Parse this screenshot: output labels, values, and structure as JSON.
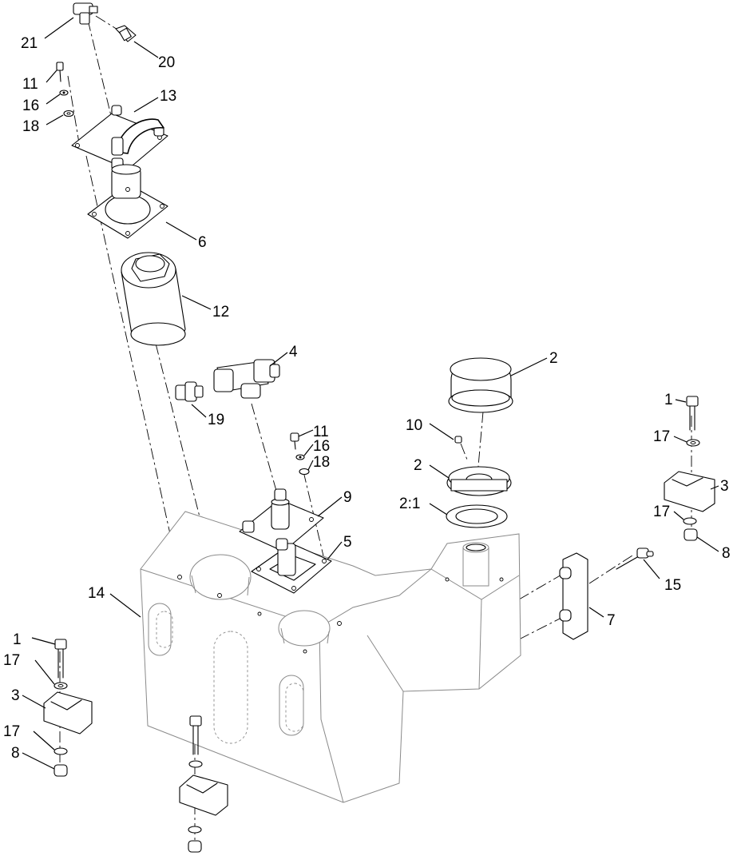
{
  "diagram": {
    "callouts": {
      "c21": "21",
      "c20": "20",
      "c11a": "11",
      "c16a": "16",
      "c18a": "18",
      "c13": "13",
      "c6": "6",
      "c12": "12",
      "c4": "4",
      "c19": "19",
      "c2a": "2",
      "c10": "10",
      "c2b": "2",
      "c2_1": "2:1",
      "c11b": "11",
      "c16b": "16",
      "c18b": "18",
      "c9": "9",
      "c5": "5",
      "c14": "14",
      "c1a": "1",
      "c17a": "17",
      "c3a": "3",
      "c17b": "17",
      "c8a": "8",
      "c1b": "1",
      "c17c": "17",
      "c3b": "3",
      "c17d": "17",
      "c8b": "8",
      "c15": "15",
      "c7": "7"
    }
  }
}
